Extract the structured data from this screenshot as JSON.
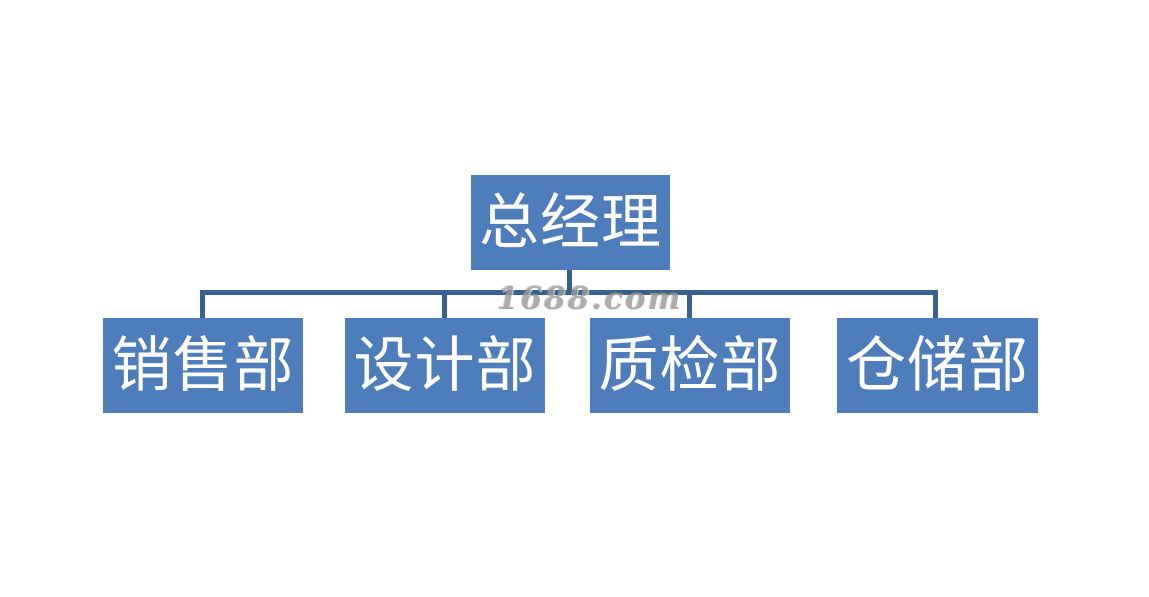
{
  "org_chart": {
    "watermark": "1688.com",
    "root": {
      "label": "总经理"
    },
    "departments": [
      {
        "label": "销售部"
      },
      {
        "label": "设计部"
      },
      {
        "label": "质检部"
      },
      {
        "label": "仓储部"
      }
    ],
    "colors": {
      "box_fill": "#4e7dbb",
      "connector": "#38618f",
      "box_text": "#ffffff",
      "watermark_text": "#9a9a9a",
      "background": "#ffffff"
    }
  }
}
